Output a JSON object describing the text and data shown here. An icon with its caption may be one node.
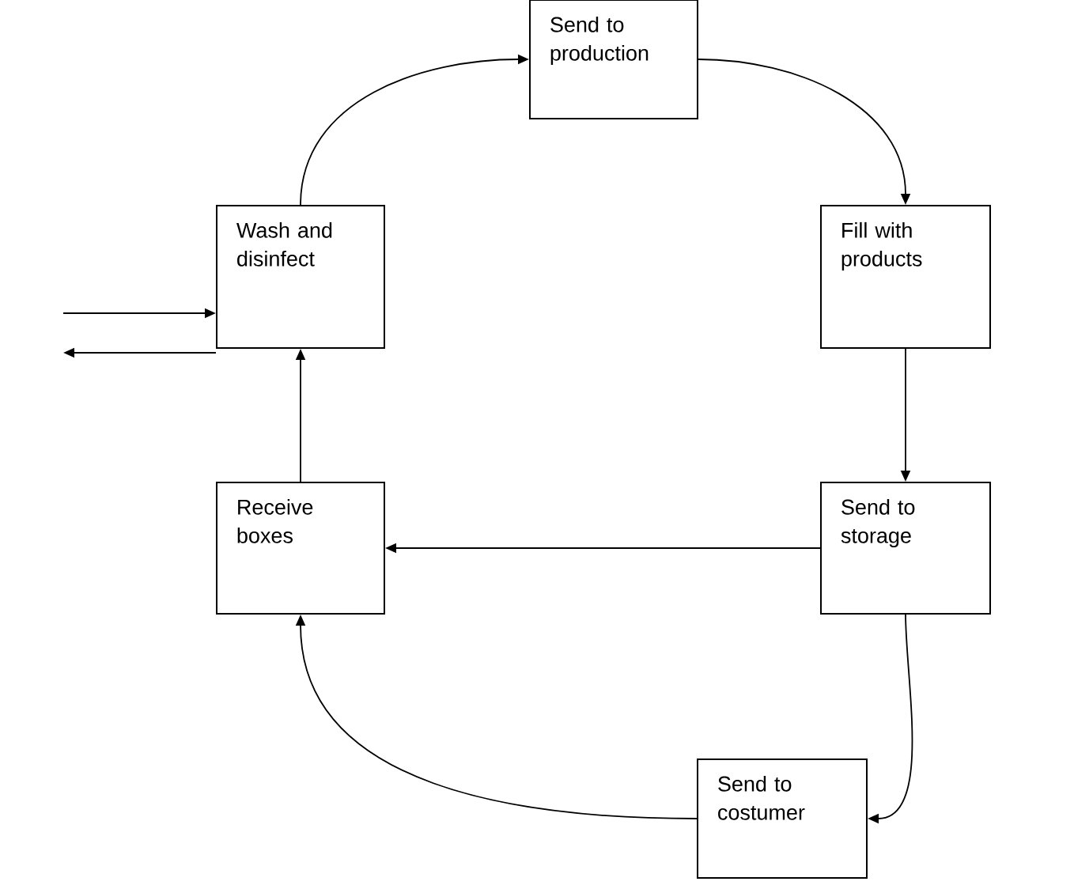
{
  "diagram": {
    "nodes": [
      {
        "text": [
          "Send to production"
        ]
      },
      {
        "text": [
          "Fill with products"
        ]
      },
      {
        "text": [
          "Send to storage"
        ]
      },
      {
        "text": [
          "Send to costumer"
        ]
      },
      {
        "text": [
          "Receive boxes"
        ]
      },
      {
        "text": [
          "Wash and disinfect"
        ]
      }
    ],
    "edges": [
      {
        "from": 5,
        "to": 0,
        "arrow": "to"
      },
      {
        "from": 0,
        "to": 1,
        "arrow": "to"
      },
      {
        "from": 1,
        "to": 2,
        "arrow": "to"
      },
      {
        "from": 2,
        "to": 3,
        "arrow": "to"
      },
      {
        "from": 2,
        "to": 4,
        "arrow": "to"
      },
      {
        "from": 3,
        "to": 4,
        "arrow": "to"
      },
      {
        "from": 4,
        "to": 5,
        "arrow": "to"
      },
      {
        "from": null,
        "to": 5,
        "arrow": "to"
      },
      {
        "from": 5,
        "to": null,
        "arrow": "to"
      }
    ]
  }
}
